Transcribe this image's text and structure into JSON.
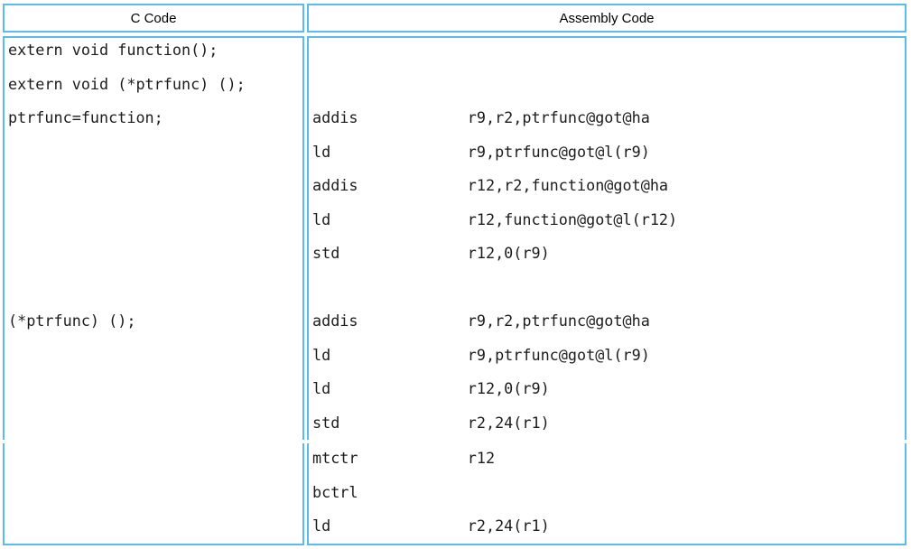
{
  "colors": {
    "border": "#5BBBEE",
    "code_text": "#1C1C1C",
    "header_text": "#000000",
    "background": "#FFFFFF"
  },
  "table": {
    "headers": {
      "c": "C Code",
      "asm": "Assembly Code"
    },
    "row1": {
      "c_lines": [
        "extern void function();",
        "extern void (*ptrfunc) ();",
        "ptrfunc=function;",
        "",
        "",
        "",
        "",
        "",
        "(*ptrfunc) ();",
        "",
        "",
        ""
      ],
      "asm_lines": [
        "",
        "",
        "addis            r9,r2,ptrfunc@got@ha",
        "ld               r9,ptrfunc@got@l(r9)",
        "addis            r12,r2,function@got@ha",
        "ld               r12,function@got@l(r12)",
        "std              r12,0(r9)",
        "",
        "addis            r9,r2,ptrfunc@got@ha",
        "ld               r9,ptrfunc@got@l(r9)",
        "ld               r12,0(r9)",
        "std              r2,24(r1)"
      ]
    },
    "row2": {
      "asm_lines": [
        "mtctr            r12",
        "bctrl",
        "ld               r2,24(r1)"
      ]
    }
  }
}
